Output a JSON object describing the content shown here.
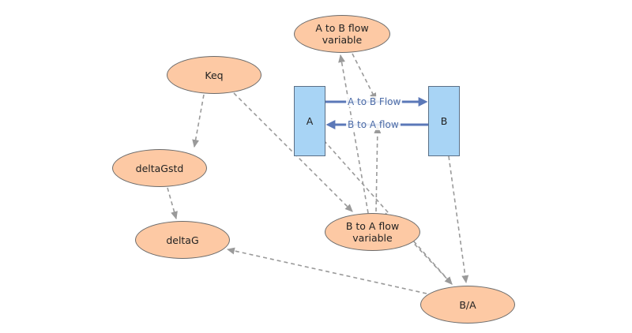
{
  "stocks": [
    {
      "id": "A",
      "label": "A"
    },
    {
      "id": "B",
      "label": "B"
    }
  ],
  "variables": [
    {
      "id": "a_to_b_flow_variable",
      "label": "A to B flow\nvariable"
    },
    {
      "id": "keq",
      "label": "Keq"
    },
    {
      "id": "delta_g_std",
      "label": "deltaGstd"
    },
    {
      "id": "delta_g",
      "label": "deltaG"
    },
    {
      "id": "b_to_a_flow_variable",
      "label": "B to A flow\nvariable"
    },
    {
      "id": "b_over_a",
      "label": "B/A"
    }
  ],
  "flows": [
    {
      "id": "a_to_b_flow",
      "label": "A to B Flow",
      "from": "A",
      "to": "B"
    },
    {
      "id": "b_to_a_flow",
      "label": "B to A flow",
      "from": "B",
      "to": "A"
    }
  ],
  "links": [
    {
      "from": "keq",
      "to": "delta_g_std"
    },
    {
      "from": "delta_g_std",
      "to": "delta_g"
    },
    {
      "from": "keq",
      "to": "b_to_a_flow_variable"
    },
    {
      "from": "b_over_a",
      "to": "delta_g"
    },
    {
      "from": "a_to_b_flow_variable",
      "to": "a_to_b_flow"
    },
    {
      "from": "b_to_a_flow_variable",
      "to": "a_to_b_flow_variable"
    },
    {
      "from": "b_to_a_flow_variable",
      "to": "b_to_a_flow"
    },
    {
      "from": "A",
      "to": "b_over_a"
    },
    {
      "from": "B",
      "to": "b_over_a"
    },
    {
      "from": "b_to_a_flow_variable",
      "to": "b_over_a"
    }
  ],
  "colors": {
    "variable_fill": "#fdc9a4",
    "variable_border": "#6b6b6b",
    "stock_fill": "#a8d4f5",
    "stock_border": "#5a6f86",
    "flow": "#5b78b8",
    "link": "#9a9a9a"
  }
}
